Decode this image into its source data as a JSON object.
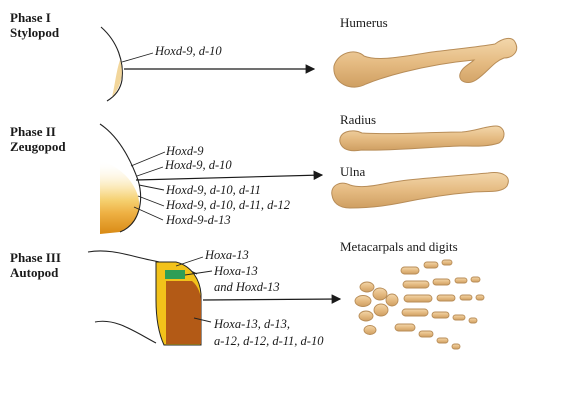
{
  "phases": [
    {
      "title": "Phase I",
      "name": "Stylopod",
      "genes": [
        "Hoxd-9, d-10"
      ],
      "bone": "Humerus"
    },
    {
      "title": "Phase II",
      "name": "Zeugopod",
      "genes": [
        "Hoxd-9",
        "Hoxd-9, d-10",
        "Hoxd-9, d-10, d-11",
        "Hoxd-9, d-10, d-11, d-12",
        "Hoxd-9-d-13"
      ],
      "bones": [
        "Radius",
        "Ulna"
      ]
    },
    {
      "title": "Phase III",
      "name": "Autopod",
      "genes": [
        "Hoxa-13",
        "Hoxa-13",
        "and Hoxd-13",
        "Hoxa-13, d-13,",
        "a-12, d-12, d-11, d-10"
      ],
      "bone": "Metacarpals and digits"
    }
  ],
  "colors": {
    "bone_fill": "#e7c08a",
    "bone_stroke": "#b88d58",
    "bud_light": "#f6d98e",
    "bud_mid": "#eeb043",
    "bud_dark": "#d88a15",
    "autopod_yellow": "#f2c21a",
    "autopod_green": "#2f9e56",
    "autopod_brown": "#b35a16"
  }
}
